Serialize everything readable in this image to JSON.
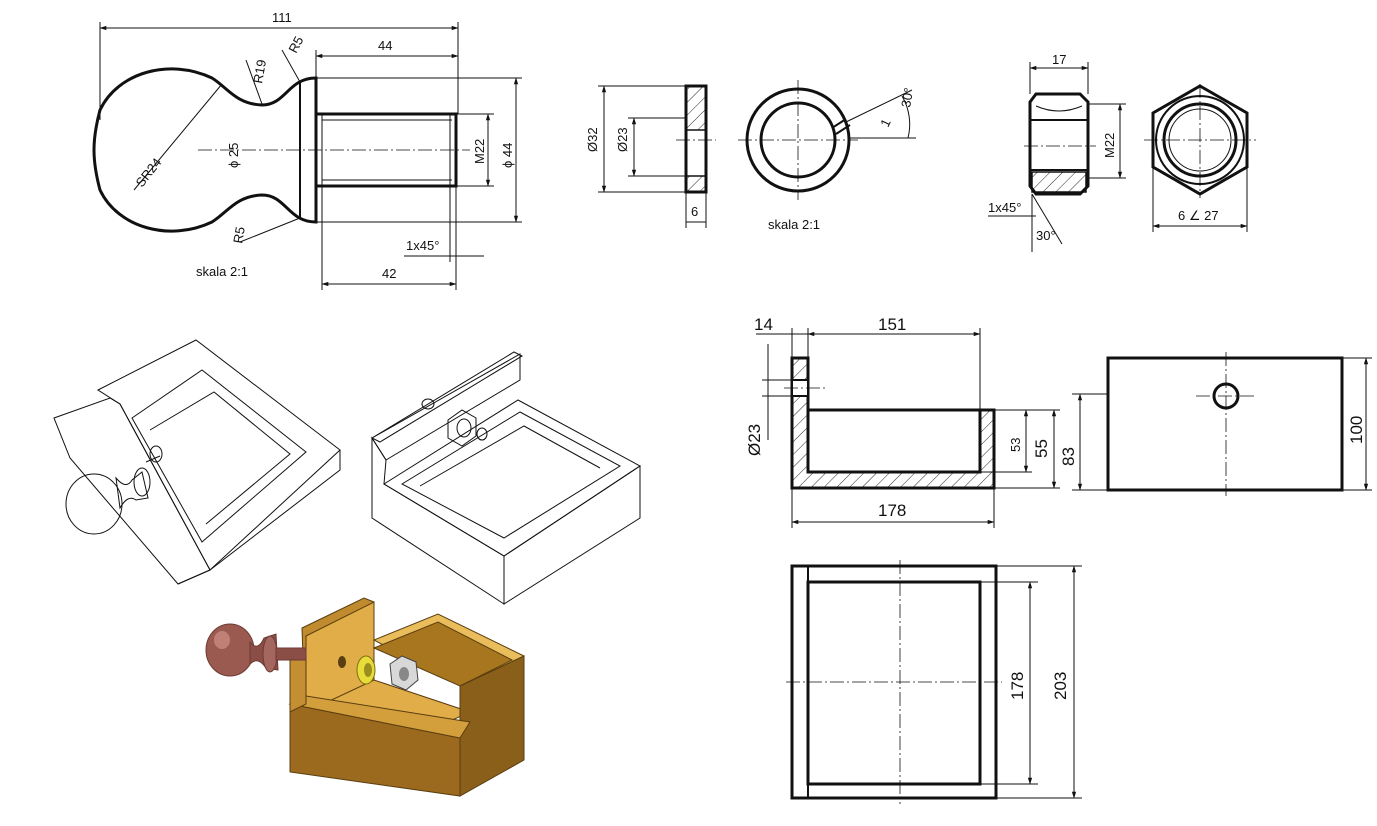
{
  "ball_pin": {
    "dims": {
      "length_total": "111",
      "length_thread": "44",
      "length_shaft": "42",
      "r_neck_top": "R5",
      "r_neck": "R19",
      "r_neck_bottom": "R5",
      "sphere": "SR24",
      "dia_neck": "ϕ 25",
      "thread": "M22",
      "dia_collar": "ϕ 44",
      "chamfer": "1x45°"
    },
    "scale": "skala 2:1"
  },
  "washer": {
    "dims": {
      "outer": "Ø32",
      "inner": "Ø23",
      "thickness": "6",
      "split_width": "1",
      "angle": "30°"
    },
    "scale": "skala 2:1"
  },
  "nut": {
    "dims": {
      "height": "17",
      "thread": "M22",
      "chamfer": "1x45°",
      "angle": "30°",
      "across_flats": "6 ∠ 27"
    }
  },
  "bracket": {
    "dims": {
      "wall": "14",
      "length_inner": "151",
      "hole": "Ø23",
      "depth_inner": "53",
      "depth_outer": "55",
      "side_height": "83",
      "length_total": "178",
      "width_total": "100",
      "plan_inner": "178",
      "plan_outer": "203"
    }
  },
  "colors": {
    "line": "#111111",
    "box_light": "#e0ad48",
    "box_mid": "#c08a2e",
    "box_dark": "#8a5f1a",
    "ball": "#9b5a50",
    "ball_dark": "#6e3a34",
    "washer": "#e8dc3a",
    "nut": "#d8d8d8"
  }
}
